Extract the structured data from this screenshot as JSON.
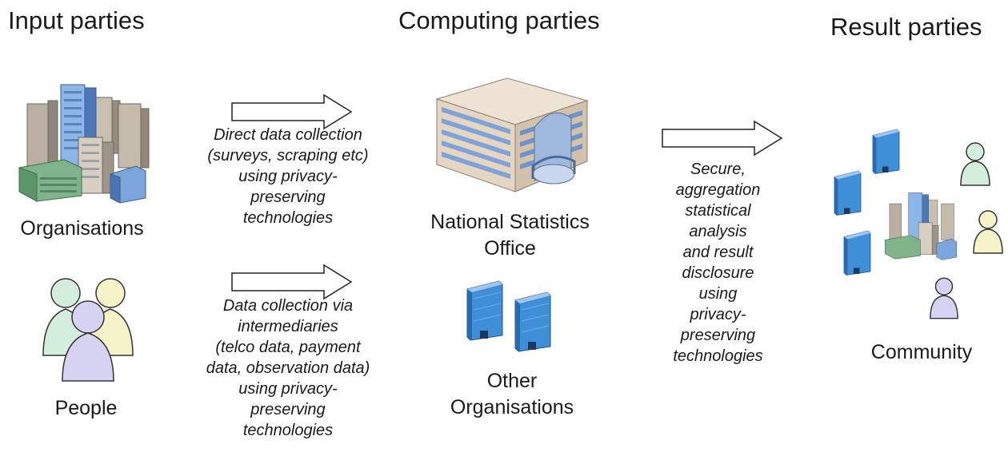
{
  "headings": {
    "input": "Input parties",
    "computing": "Computing parties",
    "result": "Result parties"
  },
  "input_parties": {
    "organisations": "Organisations",
    "people": "People"
  },
  "computing_parties": {
    "nso": "National Statistics\nOffice",
    "other": "Other\nOrganisations"
  },
  "result_parties": {
    "community": "Community"
  },
  "flows": {
    "direct": "Direct data collection\n(surveys, scraping etc)\nusing privacy-\npreserving\ntechnologies",
    "intermediaries": "Data collection via\nintermediaries\n(telco data, payment\ndata, observation data)\nusing privacy-\npreserving\ntechnologies",
    "secure": "Secure,\naggregation\nstatistical\nanalysis\nand result\ndisclosure\nusing\nprivacy-\npreserving\ntechnologies"
  },
  "icons": [
    "city-icon",
    "people-icon",
    "office-building-icon",
    "glass-tower-icon",
    "person-icon",
    "arrow-right-icon"
  ],
  "colors": {
    "person_green": "#d4eedd",
    "person_yellow": "#f6f3c8",
    "person_purple": "#d6d3f2",
    "glass_blue": "#3f8fd8",
    "building_beige": "#e7d8c6"
  }
}
